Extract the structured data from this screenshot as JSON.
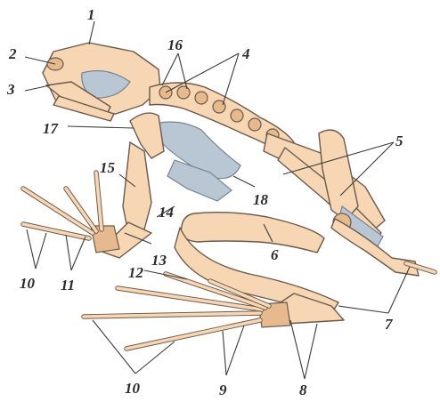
{
  "diagram": {
    "labels": [
      "1",
      "2",
      "3",
      "4",
      "5",
      "6",
      "7",
      "8",
      "9",
      "10",
      "11",
      "12",
      "13",
      "14",
      "15",
      "16",
      "17",
      "18",
      "10"
    ]
  },
  "colors": {
    "bone": "#f7d6b4",
    "bone_outline": "#6b5a4a",
    "cartilage": "#b9c6d3",
    "label_text": "#2b2b2b"
  }
}
